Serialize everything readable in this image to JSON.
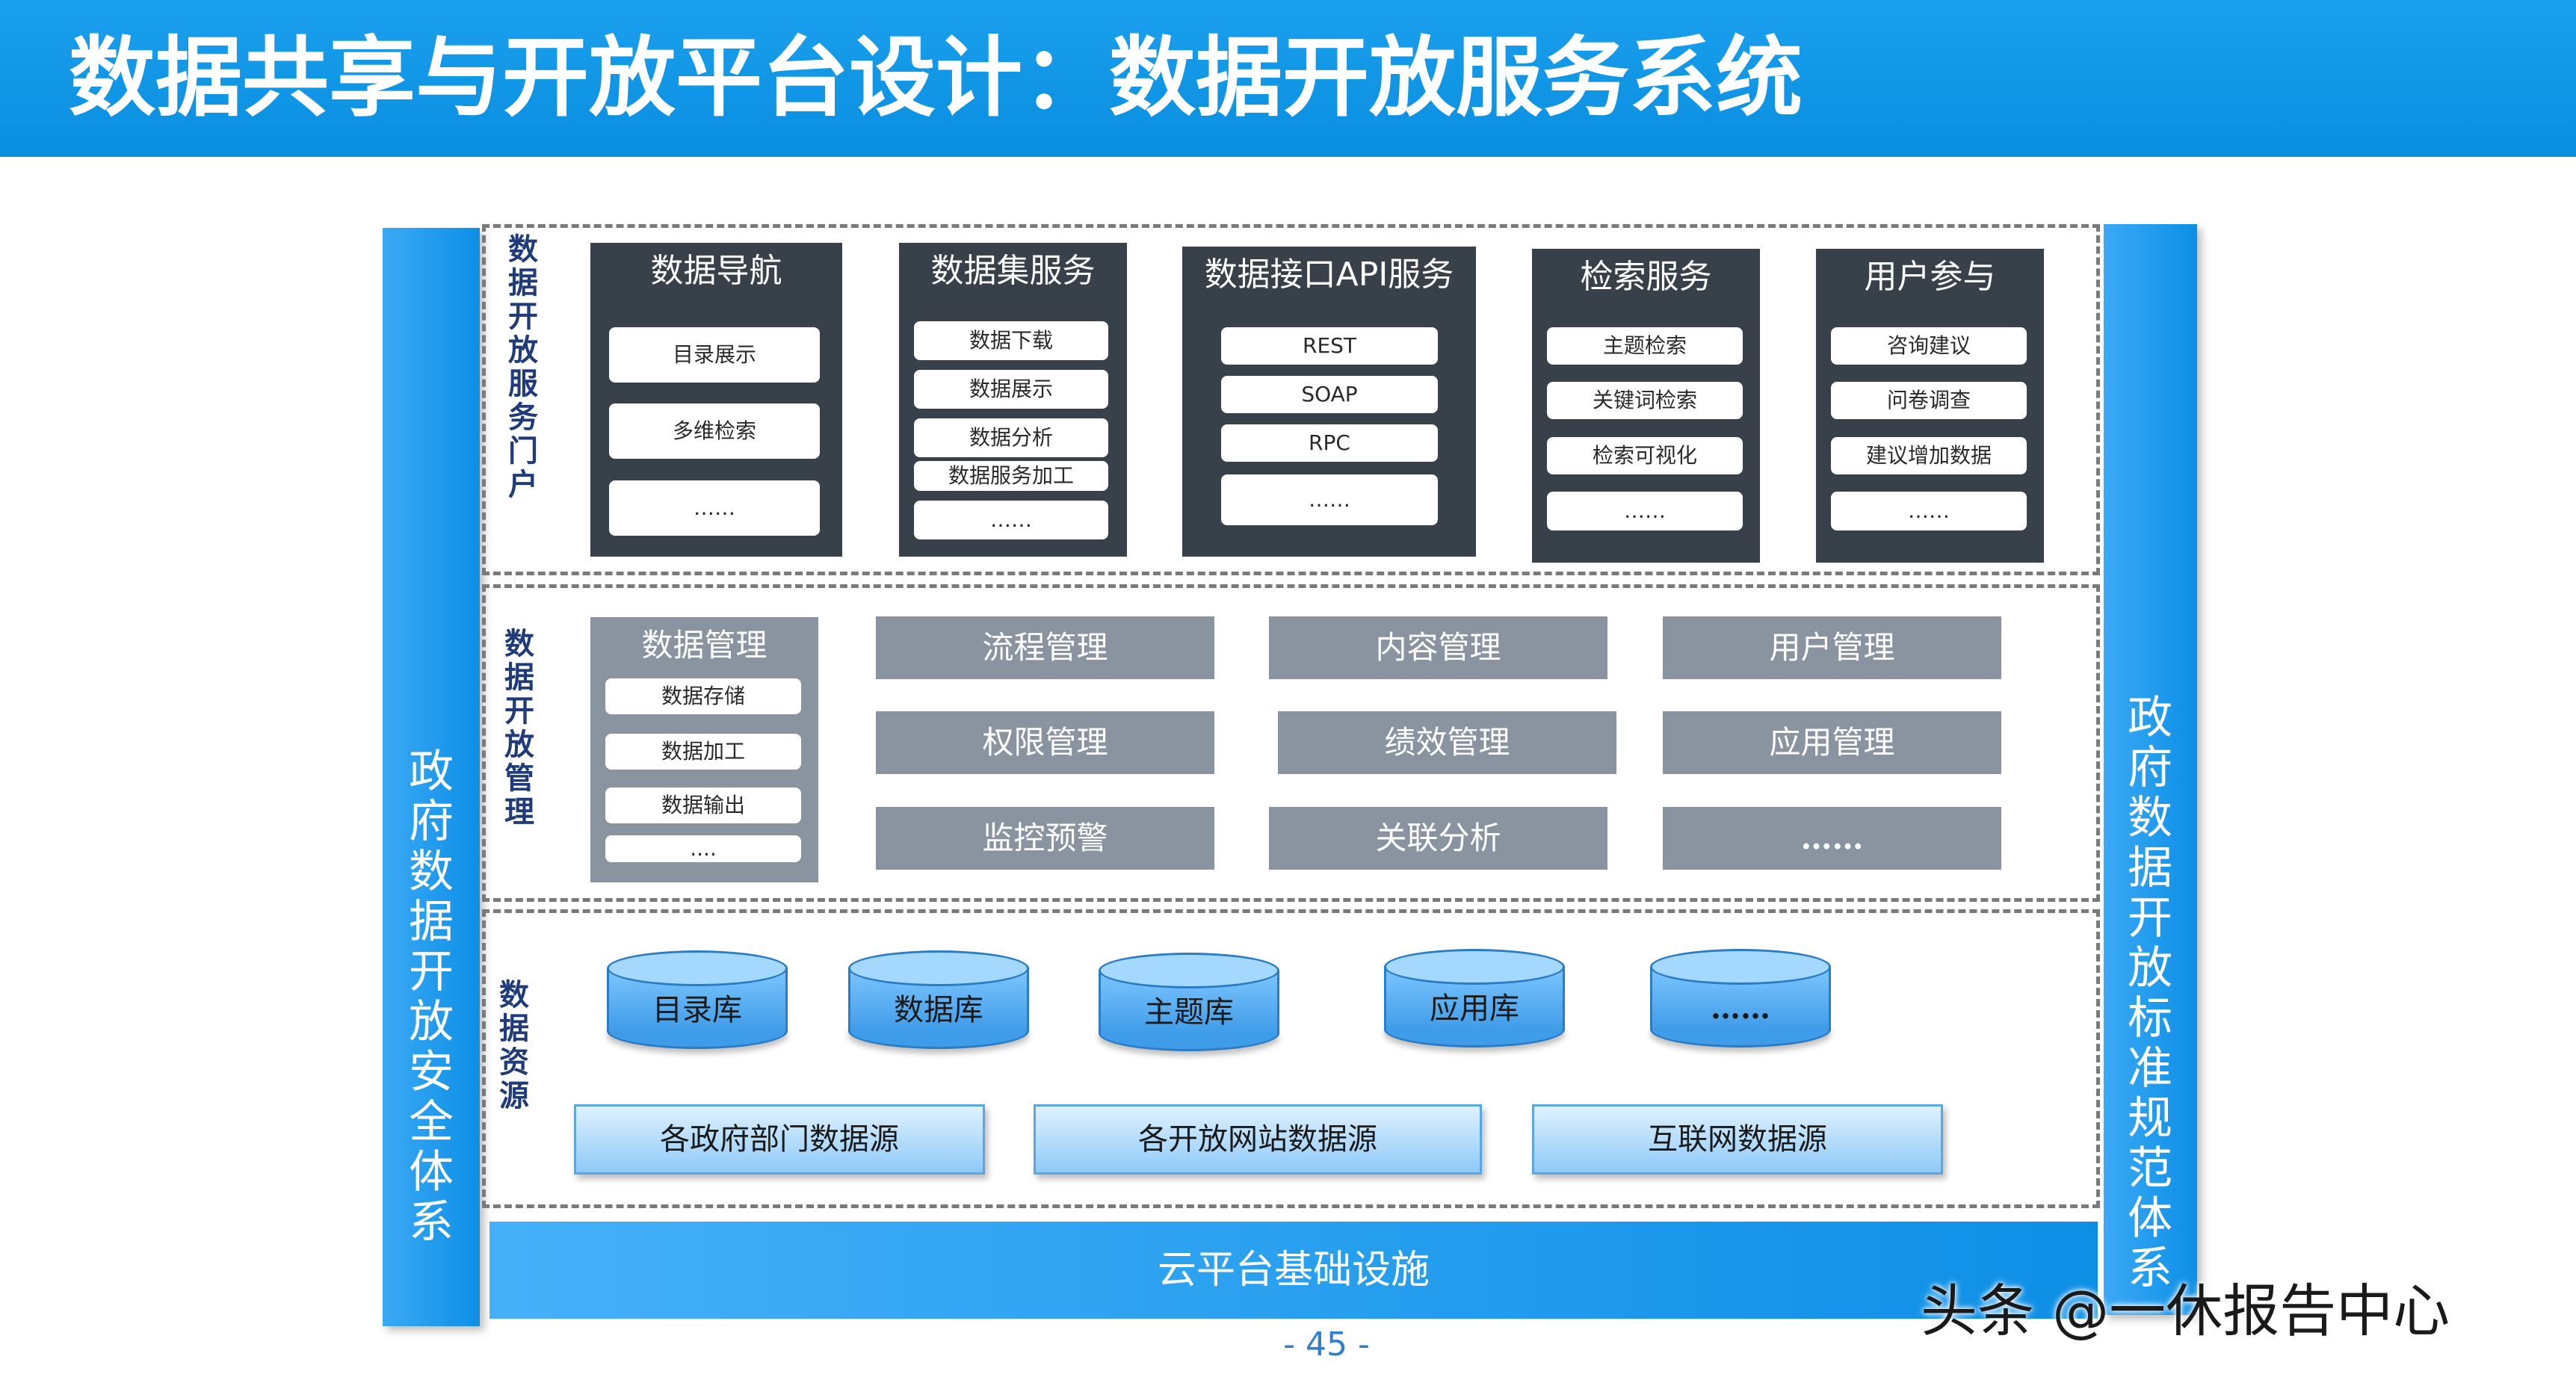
{
  "title": "数据共享与开放平台设计：数据开放服务系统",
  "left_bar": "政府数据开放安全体系",
  "right_bar": "政府数据开放标准规范体系",
  "portal": {
    "label": "数据开放服务门户",
    "cards": [
      {
        "title": "数据导航",
        "items": [
          "目录展示",
          "多维检索",
          "……"
        ]
      },
      {
        "title": "数据集服务",
        "items": [
          "数据下载",
          "数据展示",
          "数据分析",
          "数据服务加工",
          "……"
        ]
      },
      {
        "title": "数据接口API服务",
        "items": [
          "REST",
          "SOAP",
          "RPC",
          "……"
        ]
      },
      {
        "title": "检索服务",
        "items": [
          "主题检索",
          "关键词检索",
          "检索可视化",
          "……"
        ]
      },
      {
        "title": "用户参与",
        "items": [
          "咨询建议",
          "问卷调查",
          "建议增加数据",
          "……"
        ]
      }
    ]
  },
  "management": {
    "label": "数据开放管理",
    "data_mgmt": {
      "title": "数据管理",
      "items": [
        "数据存储",
        "数据加工",
        "数据输出",
        "...."
      ]
    },
    "modules": [
      "流程管理",
      "内容管理",
      "用户管理",
      "权限管理",
      "绩效管理",
      "应用管理",
      "监控预警",
      "关联分析",
      "……"
    ]
  },
  "resources": {
    "label": "数据资源",
    "databases": [
      "目录库",
      "数据库",
      "主题库",
      "应用库",
      "……"
    ],
    "sources": [
      "各政府部门数据源",
      "各开放网站数据源",
      "互联网数据源"
    ]
  },
  "cloud": "云平台基础设施",
  "page_number": "- 45 -",
  "watermark": "头条 @一休报告中心",
  "colors": {
    "title_blue": "#0a8ee0",
    "card_dark": "#38404a",
    "card_gray": "#8994a0",
    "label_navy": "#1f3b7a"
  }
}
